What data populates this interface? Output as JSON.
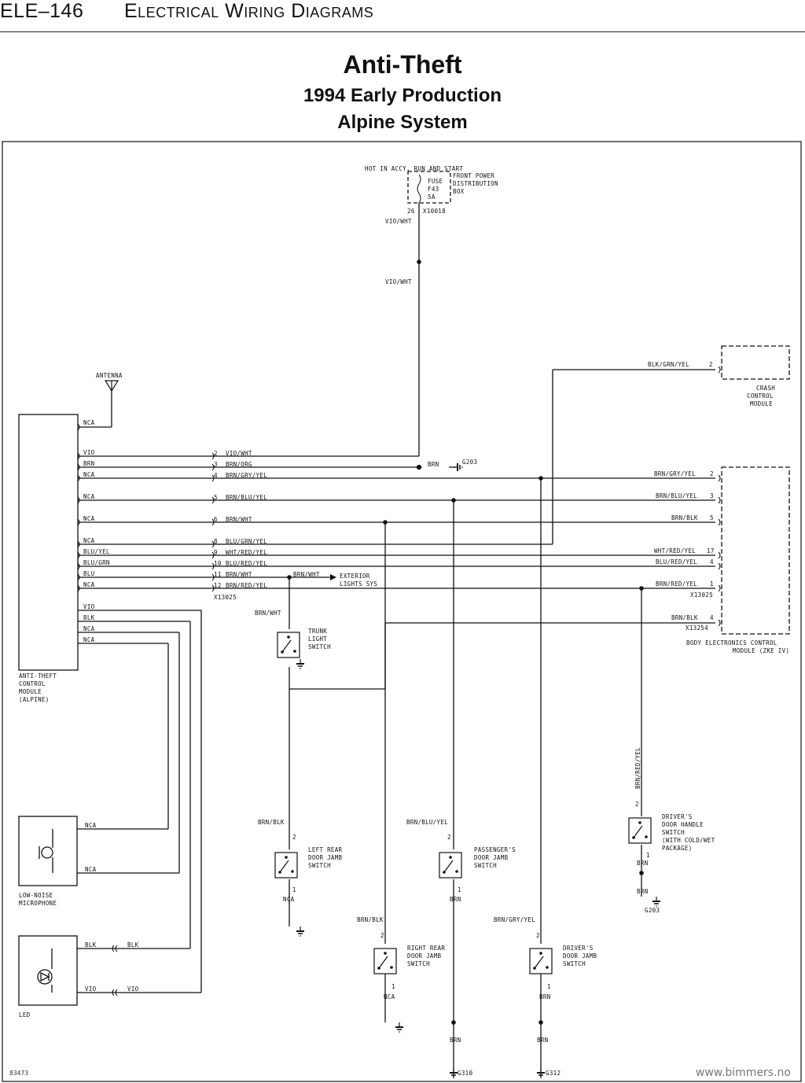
{
  "header": {
    "code": "ELE–146",
    "title": "Electrical Wiring Diagrams"
  },
  "title": {
    "main": "Anti-Theft",
    "line2": "1994 Early Production",
    "line3": "Alpine System"
  },
  "fuse": {
    "hot_label": "HOT IN ACCY, RUN AND START",
    "fuse_label": "FUSE",
    "fuse_id": "F43",
    "fuse_amp": "5A",
    "box_line1": "FRONT POWER",
    "box_line2": "DISTRIBUTION",
    "box_line3": "BOX",
    "pin": "26",
    "connector": "X10018"
  },
  "wires": {
    "vio_wht": "VIO/WHT",
    "brn": "BRN",
    "brn_org": "BRN/ORG",
    "brn_gry_yel": "BRN/GRY/YEL",
    "brn_blu_yel": "BRN/BLU/YEL",
    "brn_wht": "BRN/WHT",
    "blu_grn_yel": "BLU/GRN/YEL",
    "wht_red_yel": "WHT/RED/YEL",
    "blu_red_yel": "BLU/RED/YEL",
    "brn_red_yel": "BRN/RED/YEL",
    "blk_grn_yel": "BLK/GRN/YEL",
    "brn_blk": "BRN/BLK",
    "vio": "VIO",
    "blk": "BLK",
    "nca": "NCA",
    "blu_yel": "BLU/YEL",
    "blu_grn": "BLU/GRN",
    "blu": "BLU"
  },
  "module_pins": [
    "2",
    "3",
    "4",
    "5",
    "6",
    "8",
    "9",
    "10",
    "11",
    "12"
  ],
  "zke_pins": [
    "2",
    "3",
    "5",
    "17",
    "4",
    "1",
    "4"
  ],
  "switch_pins": {
    "one": "1",
    "two": "2"
  },
  "connectors": {
    "x13025": "X13025",
    "x13254": "X13254",
    "g203": "G203",
    "g310": "G310",
    "g312": "G312"
  },
  "components": {
    "antenna": "ANTENNA",
    "anti_theft": [
      "ANTI-THEFT",
      "CONTROL",
      "MODULE",
      "(ALPINE)"
    ],
    "crash": [
      "CRASH",
      "CONTROL",
      "MODULE"
    ],
    "zke": [
      "BODY ELECTRONICS CONTROL",
      "MODULE (ZKE IV)"
    ],
    "exterior": [
      "EXTERIOR",
      "LIGHTS SYS"
    ],
    "trunk": [
      "TRUNK",
      "LIGHT",
      "SWITCH"
    ],
    "left_rear": [
      "LEFT REAR",
      "DOOR JAMB",
      "SWITCH"
    ],
    "passenger": [
      "PASSENGER'S",
      "DOOR JAMB",
      "SWITCH"
    ],
    "right_rear": [
      "RIGHT REAR",
      "DOOR JAMB",
      "SWITCH"
    ],
    "driver_jamb": [
      "DRIVER'S",
      "DOOR JAMB",
      "SWITCH"
    ],
    "driver_handle": [
      "DRIVER'S",
      "DOOR HANDLE",
      "SWITCH",
      "(WITH COLD/WET",
      "PACKAGE)"
    ],
    "microphone": [
      "LOW-NOISE",
      "MICROPHONE"
    ],
    "led": "LED"
  },
  "footer": {
    "figure_id": "83473",
    "url": "www.bimmers.no"
  }
}
